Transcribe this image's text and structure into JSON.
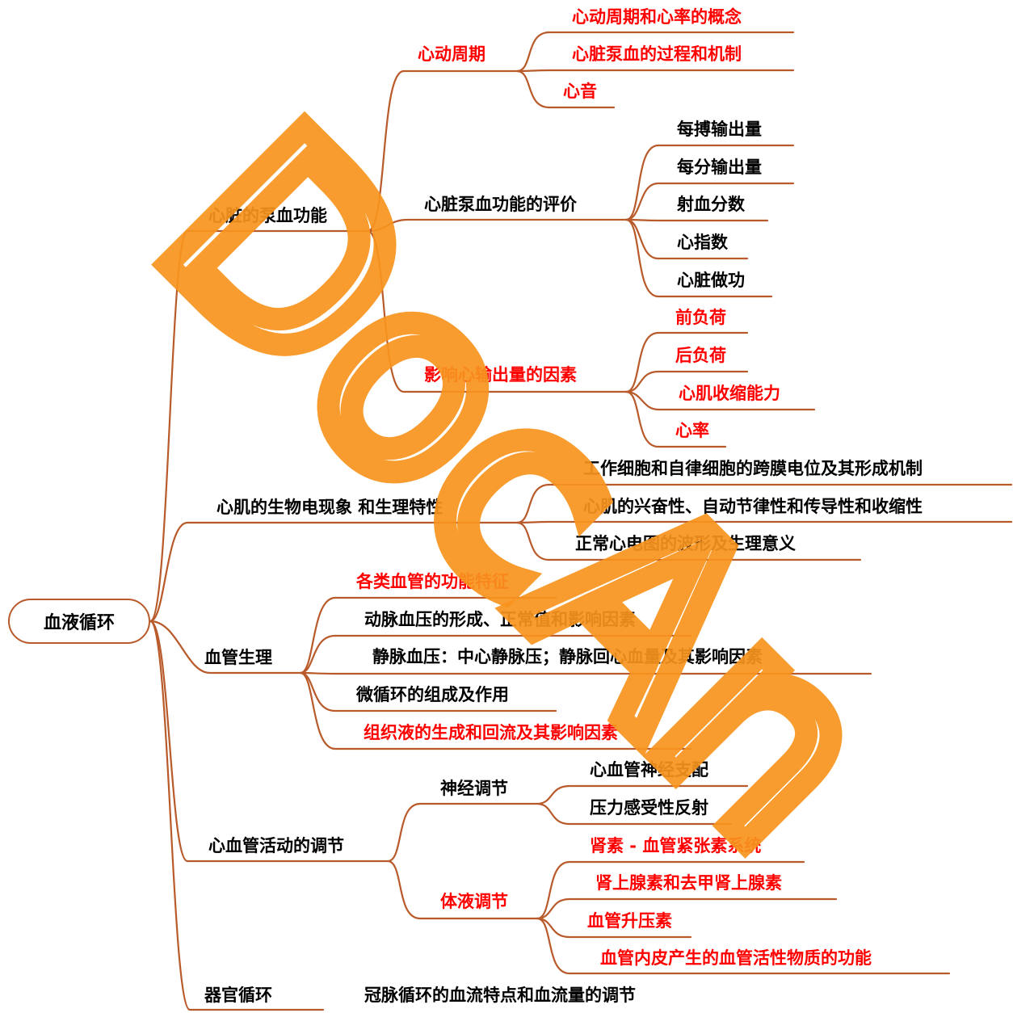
{
  "root": "血液循环",
  "branches": {
    "heart_pump": {
      "label": "心脏的泵血功能",
      "cardiac_cycle": {
        "label": "心动周期",
        "items": [
          "心动周期和心率的概念",
          "心脏泵血的过程和机制",
          "心音"
        ]
      },
      "evaluation": {
        "label": "心脏泵血功能的评价",
        "items": [
          "每搏输出量",
          "每分输出量",
          "射血分数",
          "心指数",
          "心脏做功"
        ]
      },
      "output_factors": {
        "label": "影响心输出量的因素",
        "items": [
          "前负荷",
          "后负荷",
          "心肌收缩能力",
          "心率"
        ]
      }
    },
    "bioelectric": {
      "label": "心肌的生物电现象 和生理特性",
      "items": [
        "工作细胞和自律细胞的跨膜电位及其形成机制",
        "心肌的兴奋性、自动节律性和传导性和收缩性",
        "正常心电图的波形及生理意义"
      ]
    },
    "vascular": {
      "label": "血管生理",
      "items": [
        "各类血管的功能特征",
        "动脉血压的形成、正常值和影响因素",
        "静脉血压：中心静脉压；静脉回心血量及其影响因素",
        "微循环的组成及作用",
        "组织液的生成和回流及其影响因素"
      ]
    },
    "regulation": {
      "label": "心血管活动的调节",
      "neural": {
        "label": "神经调节",
        "items": [
          "心血管神经支配",
          "压力感受性反射"
        ]
      },
      "humoral": {
        "label": "体液调节",
        "items": [
          "肾素 - 血管紧张素系统",
          "肾上腺素和去甲肾上腺素",
          "血管升压素",
          "血管内皮产生的血管活性物质的功能"
        ]
      }
    },
    "organ": {
      "label": "器官循环",
      "items": [
        "冠脉循环的血流特点和血流量的调节"
      ]
    }
  },
  "watermark": "DocAn",
  "colors": {
    "branch_line": "#b85a2a",
    "highlight_text": "#ff0000",
    "normal_text": "#000000",
    "watermark": "#f7941d"
  }
}
